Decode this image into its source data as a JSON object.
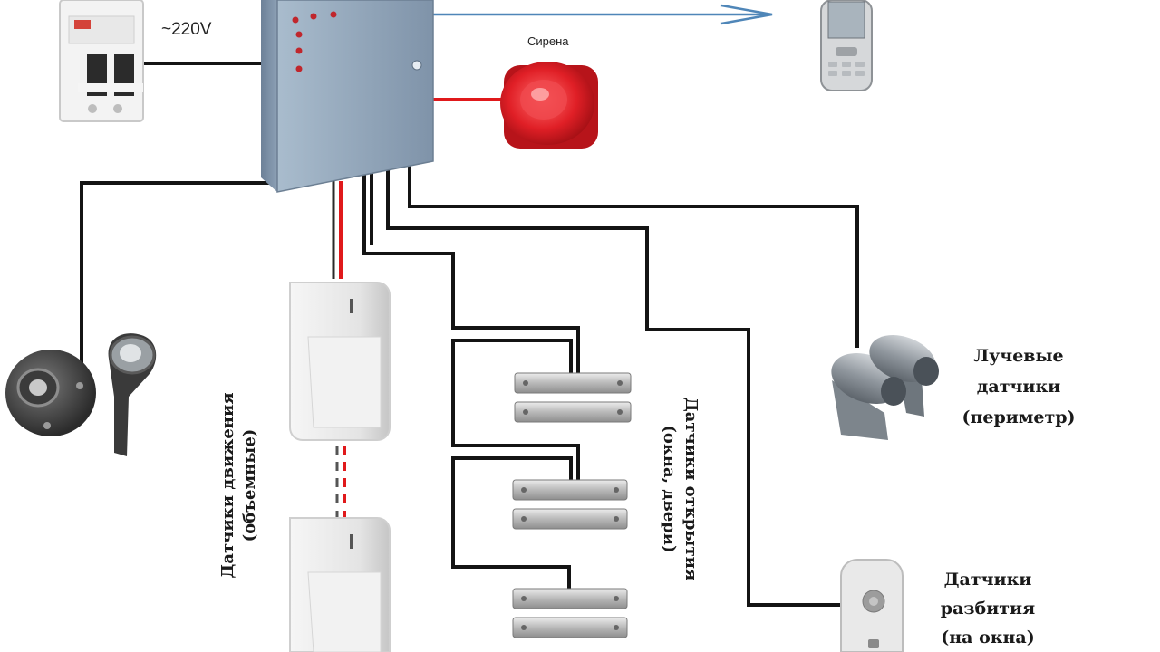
{
  "labels": {
    "voltage": "~220V",
    "siren": "Сирена",
    "beam_sensors": [
      "Лучевые",
      "датчики",
      "(периметр)"
    ],
    "break_sensors": [
      "Датчики",
      "разбития",
      "(на окна)"
    ],
    "motion_sensors": [
      "Датчики движения",
      "(объемные)"
    ],
    "opening_sensors": [
      "Датчики открытия",
      "(окна, двери)"
    ]
  },
  "components": [
    {
      "name": "circuit-breaker",
      "role": "power"
    },
    {
      "name": "control-panel",
      "role": "controller"
    },
    {
      "name": "siren",
      "role": "output"
    },
    {
      "name": "mobile-phone",
      "role": "notification"
    },
    {
      "name": "key-reader",
      "role": "access"
    },
    {
      "name": "motion-sensor",
      "count": 2
    },
    {
      "name": "reed-sensor",
      "count": 3
    },
    {
      "name": "beam-sensor",
      "count": 1
    },
    {
      "name": "glass-break-sensor",
      "count": 1
    }
  ],
  "colors": {
    "wire": "#141414",
    "wire_red": "#e0191b",
    "gsm_link": "#4f86b8",
    "panel": "#8fa3b8",
    "siren": "#e4252b"
  }
}
